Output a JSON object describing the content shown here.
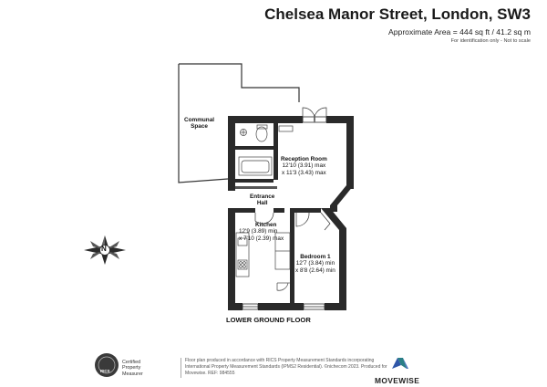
{
  "header": {
    "title": "Chelsea Manor Street, London, SW3",
    "area": "Approximate Area = 444 sq ft / 41.2 sq m",
    "note": "For identification only - Not to scale"
  },
  "rooms": {
    "communal": {
      "name_line1": "Communal",
      "name_line2": "Space"
    },
    "reception": {
      "name": "Reception Room",
      "dim1": "12'10 (3.91) max",
      "dim2": "x 11'3 (3.43) max"
    },
    "entrance": {
      "name_line1": "Entrance",
      "name_line2": "Hall"
    },
    "kitchen": {
      "name": "Kitchen",
      "dim1": "12'9 (3.89) min",
      "dim2": "x 7'10 (2.39) max"
    },
    "bedroom": {
      "name": "Bedroom 1",
      "dim1": "12'7 (3.84) min",
      "dim2": "x 8'8 (2.64) min"
    }
  },
  "floor_label": "LOWER GROUND FLOOR",
  "compass": {
    "letter": "N"
  },
  "footer": {
    "rics_lines": [
      "Certified",
      "Property",
      "Measurer"
    ],
    "rics_badge": "RICS",
    "disclaimer": "Floor plan produced in accordance with RICS Property Measurement Standards incorporating International Property Measurement Standards (IPMS2 Residential). ©nichecom 2023. Produced for Movewise.   REF: 984555",
    "brand": "MOVEWISE"
  },
  "colors": {
    "wall": "#2a2a2a",
    "brand_teal": "#2a7f86",
    "brand_blue": "#2f56a8"
  }
}
